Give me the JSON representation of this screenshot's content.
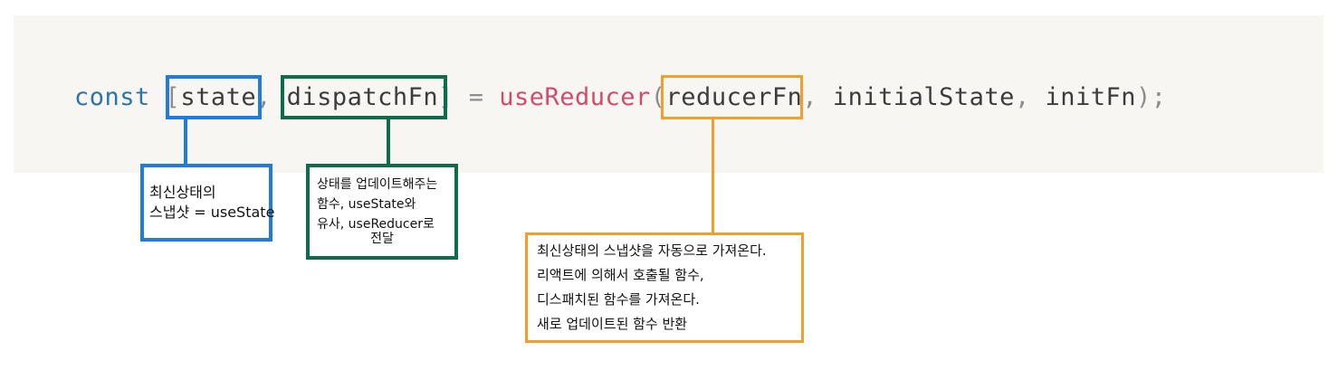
{
  "code": {
    "keyword": "const",
    "open_bracket": "[",
    "state": "state",
    "comma1": ", ",
    "dispatch": "dispatchFn",
    "close_bracket": "]",
    "assign": " = ",
    "hook": "useReducer",
    "open_paren": "(",
    "reducer": "reducerFn",
    "comma2": ", ",
    "initial_state": "initialState",
    "comma3": ", ",
    "init_fn": "initFn",
    "close_paren": ");"
  },
  "annotations": {
    "state_note": [
      "최신상태의",
      "스냅샷 = useState"
    ],
    "dispatch_note": [
      "상태를 업데이트해주는",
      "함수, useState와",
      "유사, useReducer로",
      "전달"
    ],
    "reducer_note": [
      "최신상태의 스냅샷을 자동으로 가져온다.",
      "리액트에 의해서 호출될 함수,",
      "디스패치된 함수를 가져온다.",
      "새로 업데이트된 함수 반환"
    ]
  },
  "colors": {
    "state_highlight": "#1f7be0",
    "dispatch_highlight": "#0e6b4b",
    "reducer_highlight": "#f0a02a"
  }
}
